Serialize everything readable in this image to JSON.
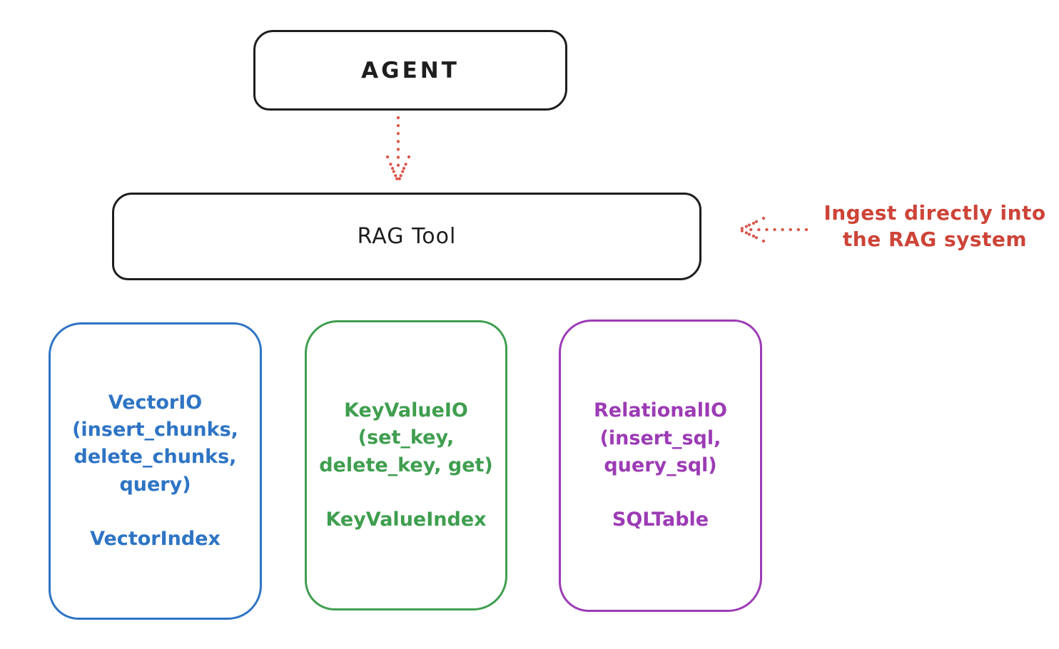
{
  "diagram": {
    "agent": {
      "label": "AGENT"
    },
    "rag_tool": {
      "label": "RAG Tool"
    },
    "annotation": {
      "line1": "Ingest directly into",
      "line2": "the RAG system",
      "color": "#cd4438"
    },
    "arrows": [
      {
        "name": "agent-to-ragtool-arrow",
        "style": "dotted",
        "direction": "down",
        "color": "#da544a"
      },
      {
        "name": "annotation-to-ragtool-arrow",
        "style": "dotted",
        "direction": "left",
        "color": "#da544a"
      }
    ],
    "io_boxes": [
      {
        "title_lines": [
          "VectorIO",
          "(insert_chunks,",
          "delete_chunks,",
          "query)"
        ],
        "index_label": "VectorIndex",
        "color": "#2e74c4"
      },
      {
        "title_lines": [
          "KeyValueIO",
          "(set_key,",
          "delete_key, get)"
        ],
        "index_label": "KeyValueIndex",
        "color": "#3f9e4f"
      },
      {
        "title_lines": [
          "RelationalIO",
          "(insert_sql,",
          "query_sql)"
        ],
        "index_label": "SQLTable",
        "color": "#9c3bb5"
      }
    ],
    "stroke_color": "#1e1e1e",
    "background_color": "#ffffff"
  }
}
